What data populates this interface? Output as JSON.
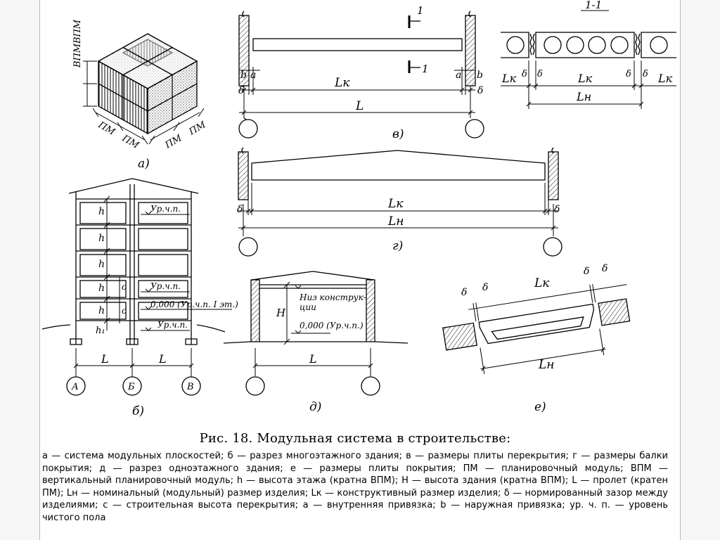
{
  "figure": {
    "caption_title": "Рис. 18. Модульная система в строительстве:",
    "caption_text": "а — система модульных плоскостей; б — разрез многоэтажного здания; в — размеры плиты перекрытия; г — размеры балки покрытия; д — разрез одноэтажного здания; е — размеры плиты покрытия; ПМ — планировочный модуль; ВПМ — вертикальный планировочный модуль; h — высота этажа (кратна ВПМ); H — высота здания (кратна ВПМ); L — пролет (кратен ПМ); Lн — номинальный (модульный) размер изделия; Lк — конструктивный размер изделия; δ — нормированный зазор между изделиями; с — строительная высота перекрытия; а — внутренняя привязка; b — наружная привязка; ур. ч. п. — уровень чистого пола"
  },
  "panel_a": {
    "tag": "а)",
    "vert_labels": [
      "ВПМ",
      "ВПМ"
    ],
    "left_labels": [
      "ПМ",
      "ПМ"
    ],
    "right_labels": [
      "ПМ",
      "ПМ"
    ]
  },
  "panel_v": {
    "tag": "в)",
    "section_mark": "1",
    "section_title": "1-1",
    "labels": {
      "b": "b",
      "a": "a",
      "delta": "δ",
      "lk": "Lк",
      "l": "L",
      "ln": "Lн"
    }
  },
  "panel_g": {
    "tag": "г)",
    "labels": {
      "delta": "δ",
      "lk": "Lк",
      "ln": "Lн"
    }
  },
  "panel_b": {
    "tag": "б)",
    "h": "h",
    "c": "c",
    "h1": "h₁",
    "floor_level": "Ур.ч.п.",
    "zero_level": "0,000 (Ур.ч.п. I эт.)",
    "span": "L",
    "axes": [
      "А",
      "Б",
      "В"
    ]
  },
  "panel_d": {
    "tag": "д)",
    "height": "H",
    "construct_bottom_1": "Низ конструк-",
    "construct_bottom_2": "ции",
    "zero_level": "0,000 (Ур.ч.п.)",
    "span": "L"
  },
  "panel_e": {
    "tag": "е)",
    "labels": {
      "delta": "δ",
      "lk": "Lк",
      "ln": "Lн"
    }
  }
}
